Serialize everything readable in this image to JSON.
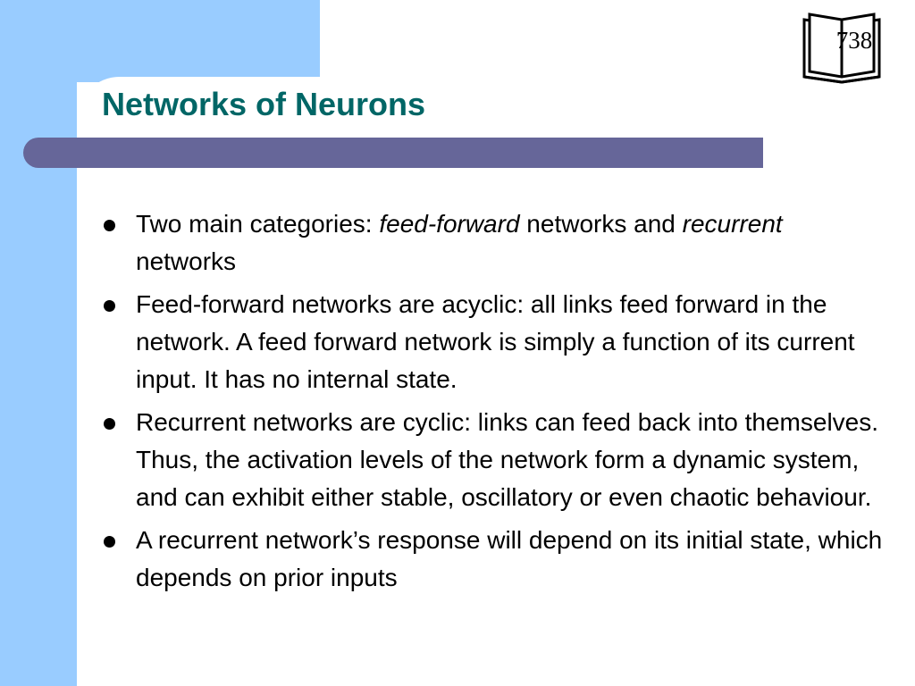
{
  "slide": {
    "title": "Networks of Neurons",
    "page_number": "738",
    "icon": "open-book-icon",
    "colors": {
      "side_band": "#99ccff",
      "title_text": "#006666",
      "title_bar": "#666699"
    }
  },
  "bullets": [
    {
      "parts": [
        {
          "text": "Two main categories: "
        },
        {
          "text": "feed-forward",
          "italic": true
        },
        {
          "text": " networks and "
        },
        {
          "text": "recurrent",
          "italic": true
        },
        {
          "text": " networks"
        }
      ]
    },
    {
      "parts": [
        {
          "text": "Feed-forward networks are acyclic: all links feed forward in the network. A feed forward network is simply a function of its current input. It has no internal state."
        }
      ]
    },
    {
      "parts": [
        {
          "text": "Recurrent networks are cyclic: links can feed back into themselves. Thus, the activation levels of the network form a dynamic system, and can exhibit either stable, oscillatory or even chaotic behaviour."
        }
      ]
    },
    {
      "parts": [
        {
          "text": "A recurrent network’s response will depend on its initial state, which depends on prior inputs"
        }
      ]
    }
  ]
}
